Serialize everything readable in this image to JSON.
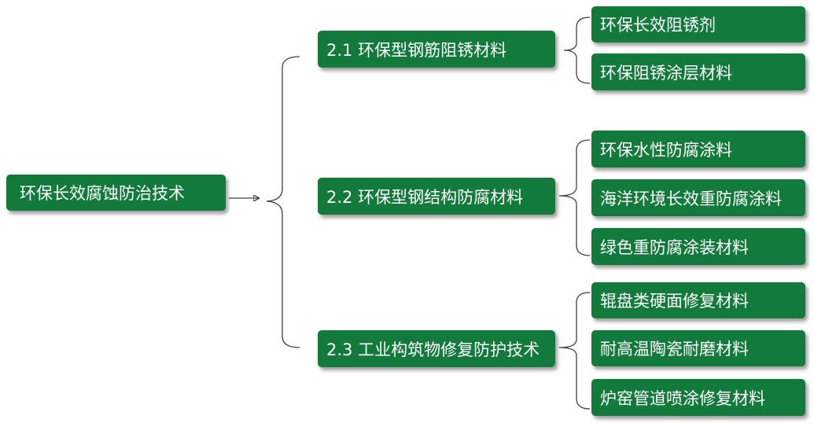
{
  "root": {
    "label": "环保长效腐蚀防治技术"
  },
  "sections": [
    {
      "label": "2.1 环保型钢筋阻锈材料",
      "items": [
        "环保长效阻锈剂",
        "环保阻锈涂层材料"
      ]
    },
    {
      "label": "2.2 环保型钢结构防腐材料",
      "items": [
        "环保水性防腐涂料",
        "海洋环境长效重防腐涂料",
        "绿色重防腐涂装材料"
      ]
    },
    {
      "label": "2.3 工业构筑物修复防护技术",
      "items": [
        "辊盘类硬面修复材料",
        "耐高温陶瓷耐磨材料",
        "炉窑管道喷涂修复材料"
      ]
    }
  ],
  "colors": {
    "node_fill": "#127a3a",
    "node_text": "#ffffff",
    "connector": "#404040"
  }
}
